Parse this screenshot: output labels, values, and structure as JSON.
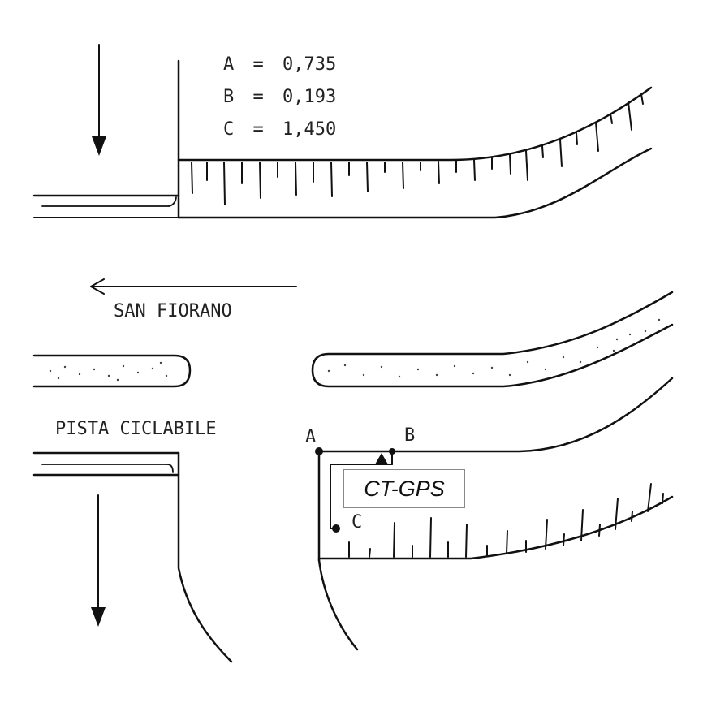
{
  "measurements": [
    {
      "label": "A",
      "value": "0,735"
    },
    {
      "label": "B",
      "value": "0,193"
    },
    {
      "label": "C",
      "value": "1,450"
    }
  ],
  "street_label": "SAN FIORANO",
  "bike_path_label": "PISTA CICLABILE",
  "points": {
    "a": "A",
    "b": "B",
    "c": "C"
  },
  "station_label": "CT-GPS",
  "equals_sign": "="
}
